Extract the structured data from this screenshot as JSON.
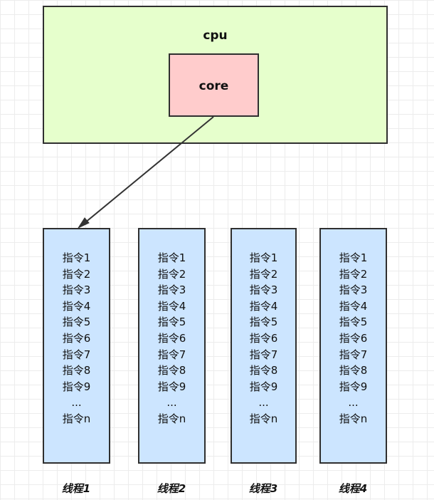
{
  "cpu": {
    "label": "cpu"
  },
  "core": {
    "label": "core"
  },
  "threads": [
    {
      "label": "线程1",
      "instructions": [
        "指令1",
        "指令2",
        "指令3",
        "指令4",
        "指令5",
        "指令6",
        "指令7",
        "指令8",
        "指令9",
        "...",
        "指令n"
      ]
    },
    {
      "label": "线程2",
      "instructions": [
        "指令1",
        "指令2",
        "指令3",
        "指令4",
        "指令5",
        "指令6",
        "指令7",
        "指令8",
        "指令9",
        "...",
        "指令n"
      ]
    },
    {
      "label": "线程3",
      "instructions": [
        "指令1",
        "指令2",
        "指令3",
        "指令4",
        "指令5",
        "指令6",
        "指令7",
        "指令8",
        "指令9",
        "...",
        "指令n"
      ]
    },
    {
      "label": "线程4",
      "instructions": [
        "指令1",
        "指令2",
        "指令3",
        "指令4",
        "指令5",
        "指令6",
        "指令7",
        "指令8",
        "指令9",
        "...",
        "指令n"
      ]
    }
  ]
}
